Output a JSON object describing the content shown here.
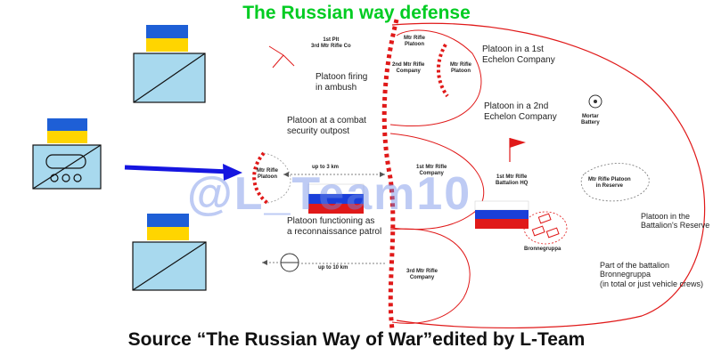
{
  "title": "The Russian way defense",
  "footer": "Source “The Russian Way of War”edited by L-Team",
  "watermark": "@L_Team10",
  "labels": {
    "pit_1st": "1st Plt\n3rd Mtr Rifle Co",
    "mtr_rifle_platoon_a": "Mtr Rifle\nPlatoon",
    "mtr_rifle_co_2nd": "2nd Mtr Rifle\nCompany",
    "mtr_rifle_platoon_b": "Mtr Rifle\nPlatoon",
    "platoon_1st_echelon": "Platoon in a 1st\nEchelon Company",
    "platoon_ambush": "Platoon firing\nin ambush",
    "platoon_2nd_echelon": "Platoon in a 2nd\nEchelon Company",
    "mortar_battery": "Mortar\nBattery",
    "platoon_security": "Platoon at a combat\nsecurity outpost",
    "up_to_3km": "up to 3 km",
    "mtr_rifle_co_1st": "1st Mtr Rifle\nCompany",
    "battalion_hq": "1st Mtr Rifle\nBattalion HQ",
    "reserve_platoon": "Mtr Rifle Platoon\nin Reserve",
    "outpost_platoon": "Mtr Rifle\nPlatoon",
    "platoon_battalion_reserve": "Platoon in the\nBattalion's Reserve",
    "platoon_recon": "Platoon functioning as\na reconnaissance patrol",
    "bronnegruppa": "Bronnegruppa",
    "up_to_10km": "up to 10 km",
    "mtr_rifle_co_3rd": "3rd Mtr Rifle\nCompany",
    "bronnegruppa_part": "Part of the battalion\nBronnegruppa\n(in total or just vehicle crews)"
  },
  "colors": {
    "title_green": "#00cc22",
    "ukraine_blue": "#1e5fd6",
    "ukraine_yellow": "#ffd500",
    "unit_fill": "#a8d9ee",
    "arrow_blue": "#1515e0",
    "defense_red": "#e01919",
    "russia_white": "#ffffff",
    "russia_blue": "#1a3fd9",
    "russia_red": "#e01919",
    "watermark": "#6e8ce6"
  },
  "icons": [
    "ukraine-flag-icon",
    "infantry-unit-icon",
    "armored-unit-icon",
    "russia-flag-icon",
    "attack-arrow-icon",
    "mortar-icon",
    "hq-flag-icon",
    "recon-icon"
  ]
}
